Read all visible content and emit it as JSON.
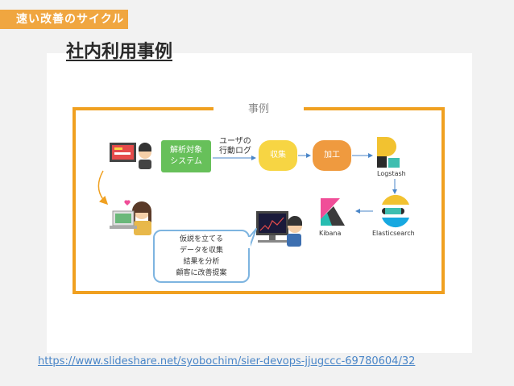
{
  "header": {
    "tag": "速い改善のサイクル",
    "title": "社内利用事例"
  },
  "diagram": {
    "frame_label": "事例",
    "target_system": [
      "解析対象",
      "システム"
    ],
    "user_log": [
      "ユーザの",
      "行動ログ"
    ],
    "collect": "収集",
    "process": "加工",
    "logstash": "Logstash",
    "elasticsearch": "Elasticsearch",
    "kibana": "Kibana",
    "bubble_lines": [
      "仮説を立てる",
      "データを収集",
      "結果を分析",
      "顧客に改善提案"
    ]
  },
  "footer": {
    "link": "https://www.slideshare.net/syobochim/sier-devops-jjugccc-69780604/32"
  },
  "colors": {
    "accent": "#f0a640",
    "green": "#67c05a",
    "yellow": "#f7d543",
    "orange": "#ef9a3f",
    "link": "#4a86c8"
  }
}
